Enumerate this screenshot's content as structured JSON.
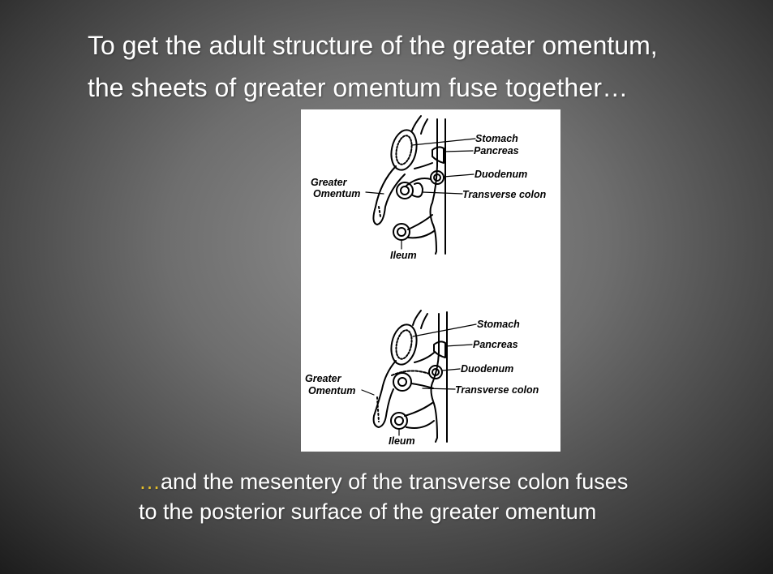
{
  "slide": {
    "title_line1": "To get the adult structure of the greater omentum,",
    "title_line2_a": "the sheets of greater omentum",
    "title_line2_b": " fuse together…",
    "caption_ellipsis": "…",
    "caption_line1": "and the mesentery of the transverse colon fuses",
    "caption_line2": "to the posterior surface of the greater omentum",
    "ellipsis_color": "#e8c22a"
  },
  "figure": {
    "top": {
      "stomach": "Stomach",
      "pancreas": "Pancreas",
      "duodenum": "Duodenum",
      "transverse_colon": "Transverse colon",
      "greater": "Greater",
      "omentum": "Omentum",
      "ileum": "Ileum"
    },
    "bottom": {
      "stomach": "Stomach",
      "pancreas": "Pancreas",
      "duodenum": "Duodenum",
      "transverse_colon": "Transverse colon",
      "greater": "Greater",
      "omentum": "Omentum",
      "ileum": "Ileum"
    }
  }
}
